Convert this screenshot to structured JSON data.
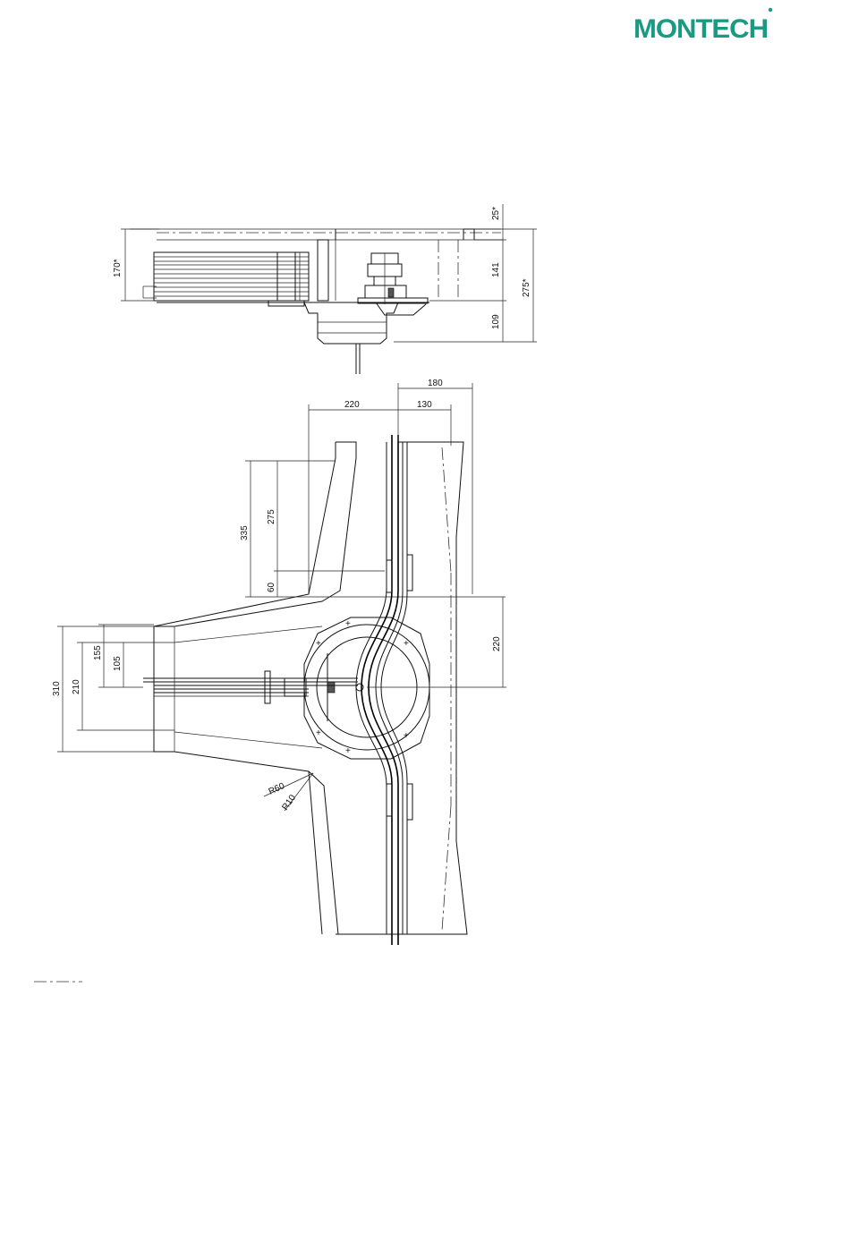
{
  "logo": {
    "brand": "MONTECH",
    "color": "#1a9a82"
  },
  "side_view": {
    "dims": {
      "top_gap": "25*",
      "left_height": "170*",
      "upper_height": "141",
      "total_height": "275*",
      "lower_height": "109"
    }
  },
  "top_view": {
    "dims": {
      "w180": "180",
      "w220_top": "220",
      "w130": "130",
      "h335": "335",
      "h275": "275",
      "h60": "60",
      "h220_right": "220",
      "h310": "310",
      "h210": "210",
      "h155": "155",
      "h105": "105",
      "r60": "R60",
      "r10": "R10"
    }
  },
  "legend": {
    "line_style": "centerline-icon"
  }
}
